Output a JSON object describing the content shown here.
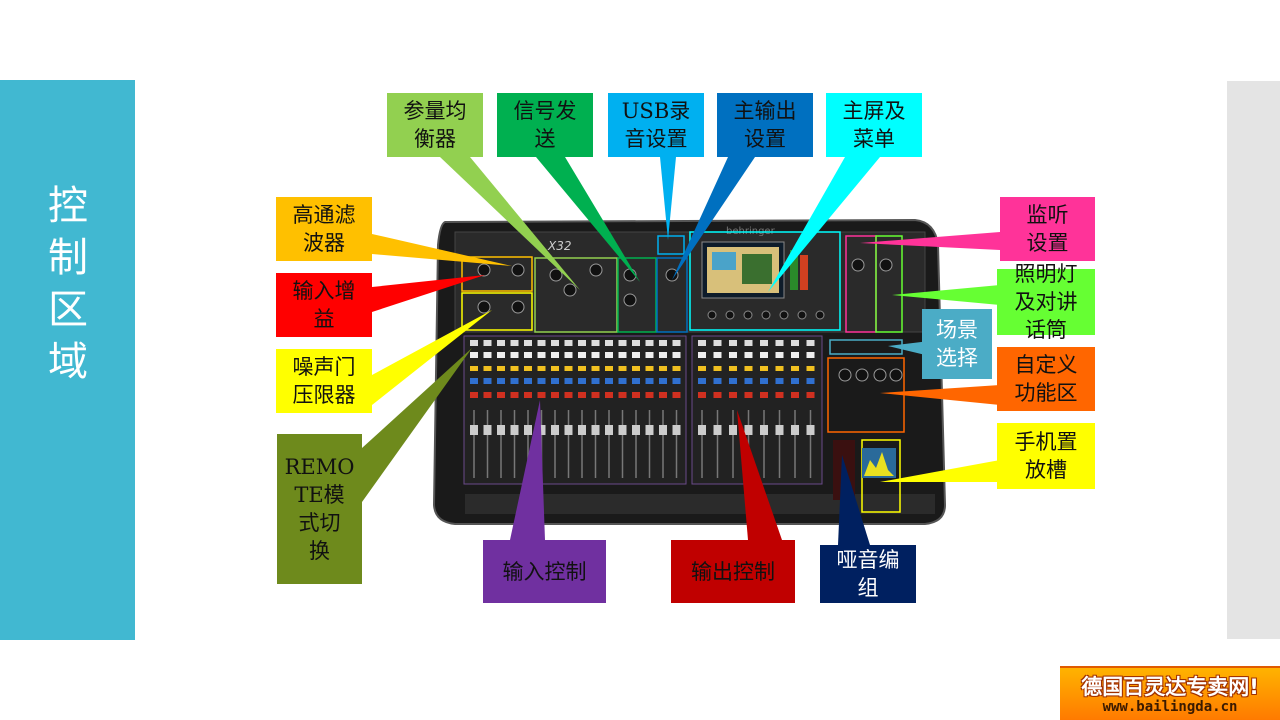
{
  "slide": {
    "side_title": [
      "控",
      "制",
      "区",
      "域"
    ]
  },
  "callouts": [
    {
      "id": "peq",
      "text": "参量均\n衡器",
      "bg": "#92d050",
      "color": "#111111"
    },
    {
      "id": "send",
      "text": "信号发\n送",
      "bg": "#00b050",
      "color": "#111111"
    },
    {
      "id": "usb",
      "text": "USB录\n音设置",
      "bg": "#00b0f0",
      "color": "#111111"
    },
    {
      "id": "mainout",
      "text": "主输出\n设置",
      "bg": "#0070c0",
      "color": "#111111"
    },
    {
      "id": "screen",
      "text": "主屏及\n菜单",
      "bg": "#00ffff",
      "color": "#111111"
    },
    {
      "id": "hpf",
      "text": "高通滤\n波器",
      "bg": "#ffc000",
      "color": "#111111"
    },
    {
      "id": "gain",
      "text": "输入增\n益",
      "bg": "#ff0000",
      "color": "#111111"
    },
    {
      "id": "gate",
      "text": "噪声门\n压限器",
      "bg": "#ffff00",
      "color": "#111111"
    },
    {
      "id": "remote",
      "text": "REMO\nTE模\n式切\n换",
      "bg": "#6e8a1c",
      "color": "#111111"
    },
    {
      "id": "monitor",
      "text": "监听\n设置",
      "bg": "#ff3399",
      "color": "#111111"
    },
    {
      "id": "talk",
      "text": "照明灯\n及对讲\n话筒",
      "bg": "#66ff33",
      "color": "#111111"
    },
    {
      "id": "scene",
      "text": "场景\n选择",
      "bg": "#4bacc6",
      "color": "#ffffff"
    },
    {
      "id": "custom",
      "text": "自定义\n功能区",
      "bg": "#ff6600",
      "color": "#111111"
    },
    {
      "id": "phone",
      "text": "手机置\n放槽",
      "bg": "#ffff00",
      "color": "#111111"
    },
    {
      "id": "input",
      "text": "输入控制",
      "bg": "#7030a0",
      "color": "#111111"
    },
    {
      "id": "output",
      "text": "输出控制",
      "bg": "#c00000",
      "color": "#111111"
    },
    {
      "id": "mute",
      "text": "哑音编\n组",
      "bg": "#002060",
      "color": "#ffffff"
    }
  ],
  "console": {
    "model_label": "X32",
    "brand_label": "behringer"
  },
  "watermark": {
    "cn_text": "德国百灵达专卖网!",
    "url_text": "www.bailingda.cn"
  }
}
